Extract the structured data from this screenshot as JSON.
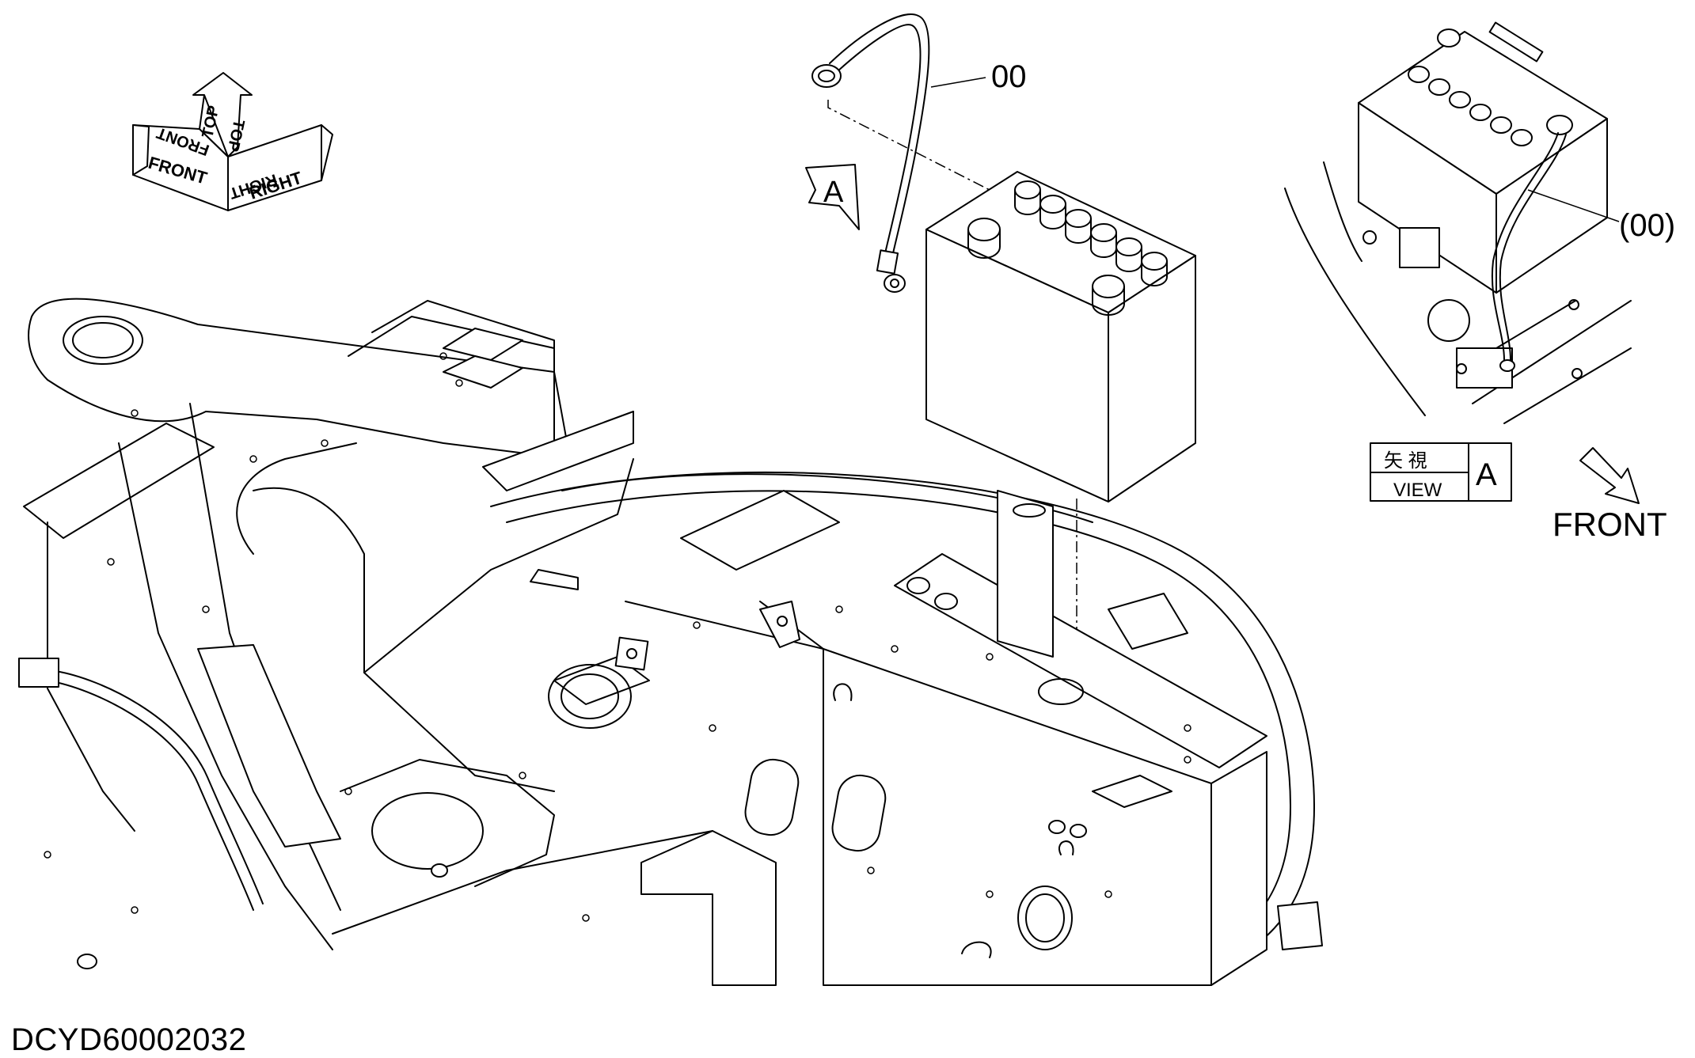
{
  "callouts": {
    "part_label": "00",
    "part_label_ref": "(00)",
    "view_marker": "A"
  },
  "view_box": {
    "kanji": "矢 視",
    "word": "VIEW",
    "letter": "A"
  },
  "front_label": "FRONT",
  "orientation_arrows": {
    "front": "FRONT",
    "top": "TOP",
    "right": "RIGHT"
  },
  "drawing_code": "DCYD60002032"
}
